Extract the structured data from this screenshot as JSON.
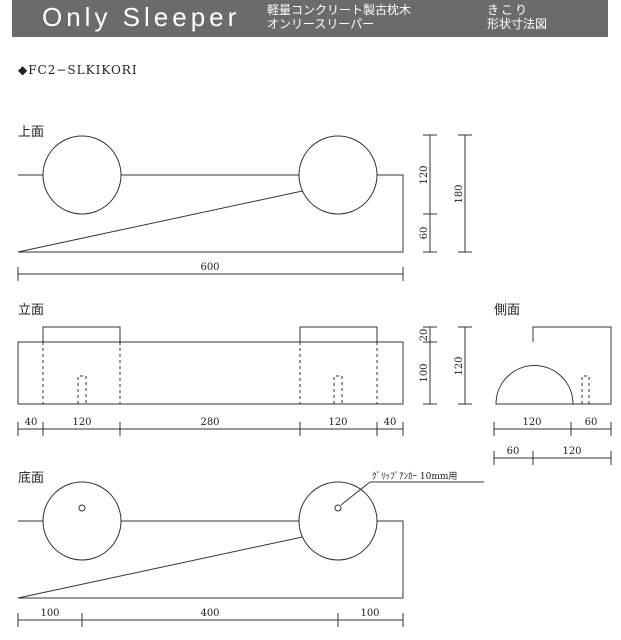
{
  "header": {
    "title": "Only Sleeper",
    "subtitle_line1": "軽量コンクリート製古枕木",
    "subtitle_line2": "オンリースリーパー",
    "type_label": "きこり",
    "doc_label": "形状寸法図"
  },
  "product_code": "◆FC2−SLKIKORI",
  "views": {
    "top": {
      "label": "上面",
      "dims": {
        "total": "600",
        "h_upper": "120",
        "h_lower": "60",
        "h_total": "180"
      }
    },
    "front": {
      "label": "立面",
      "dims": {
        "d1": "40",
        "d2": "120",
        "d3": "280",
        "d4": "120",
        "d5": "40",
        "v_upper": "20",
        "v_lower": "100",
        "v_total": "120"
      }
    },
    "side": {
      "label": "側面",
      "dims": {
        "top_a": "120",
        "top_b": "60",
        "bot_a": "60",
        "bot_b": "120"
      }
    },
    "bottom": {
      "label": "底面",
      "callout": "ｸﾞﾘｯﾌﾟｱﾝｶｰ 10mm用",
      "dims": {
        "d1": "100",
        "d2": "400",
        "d3": "100"
      }
    }
  }
}
